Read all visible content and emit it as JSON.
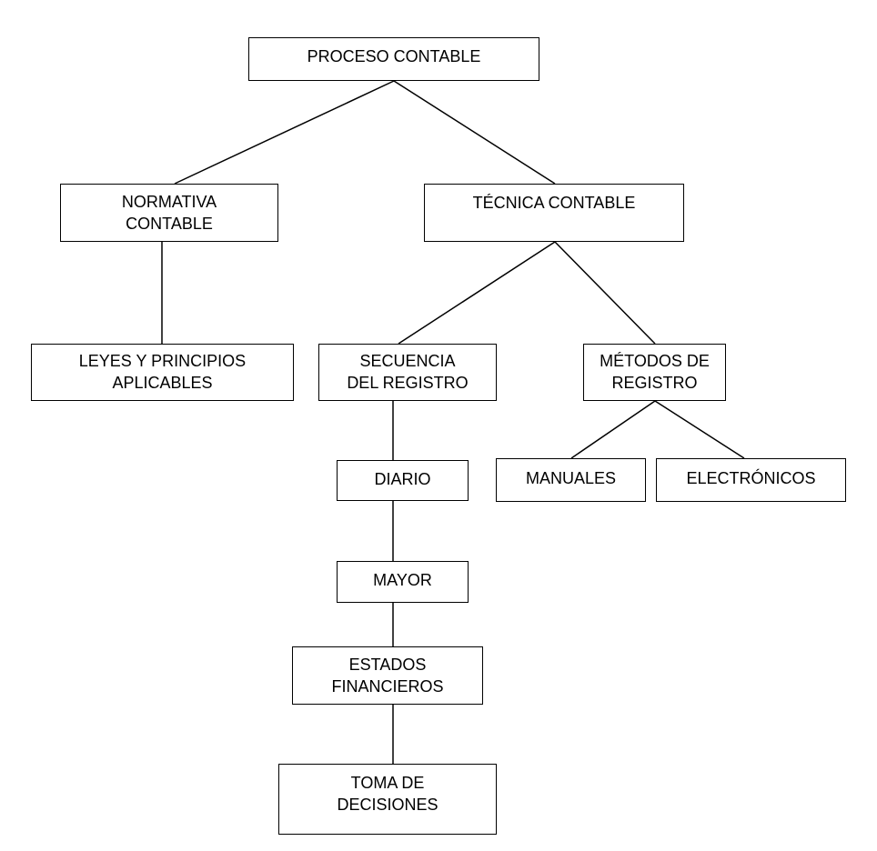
{
  "nodes": {
    "proceso_contable": {
      "lines": [
        "PROCESO CONTABLE"
      ]
    },
    "normativa_contable": {
      "lines": [
        "NORMATIVA",
        "CONTABLE"
      ]
    },
    "tecnica_contable": {
      "lines": [
        "TÉCNICA CONTABLE"
      ]
    },
    "leyes_principios": {
      "lines": [
        "LEYES Y PRINCIPIOS",
        "APLICABLES"
      ]
    },
    "secuencia_registro": {
      "lines": [
        "SECUENCIA",
        "DEL REGISTRO"
      ]
    },
    "metodos_registro": {
      "lines": [
        "MÉTODOS DE",
        "REGISTRO"
      ]
    },
    "diario": {
      "lines": [
        "DIARIO"
      ]
    },
    "mayor": {
      "lines": [
        "MAYOR"
      ]
    },
    "estados_financieros": {
      "lines": [
        "ESTADOS",
        "FINANCIEROS"
      ]
    },
    "toma_decisiones": {
      "lines": [
        "TOMA DE",
        "DECISIONES"
      ]
    },
    "manuales": {
      "lines": [
        "MANUALES"
      ]
    },
    "electronicos": {
      "lines": [
        "ELECTRÓNICOS"
      ]
    }
  },
  "edges": [
    {
      "from": "proceso_contable",
      "to": "normativa_contable"
    },
    {
      "from": "proceso_contable",
      "to": "tecnica_contable"
    },
    {
      "from": "normativa_contable",
      "to": "leyes_principios"
    },
    {
      "from": "tecnica_contable",
      "to": "secuencia_registro"
    },
    {
      "from": "tecnica_contable",
      "to": "metodos_registro"
    },
    {
      "from": "secuencia_registro",
      "to": "diario"
    },
    {
      "from": "diario",
      "to": "mayor"
    },
    {
      "from": "mayor",
      "to": "estados_financieros"
    },
    {
      "from": "estados_financieros",
      "to": "toma_decisiones"
    },
    {
      "from": "metodos_registro",
      "to": "manuales"
    },
    {
      "from": "metodos_registro",
      "to": "electronicos"
    }
  ]
}
